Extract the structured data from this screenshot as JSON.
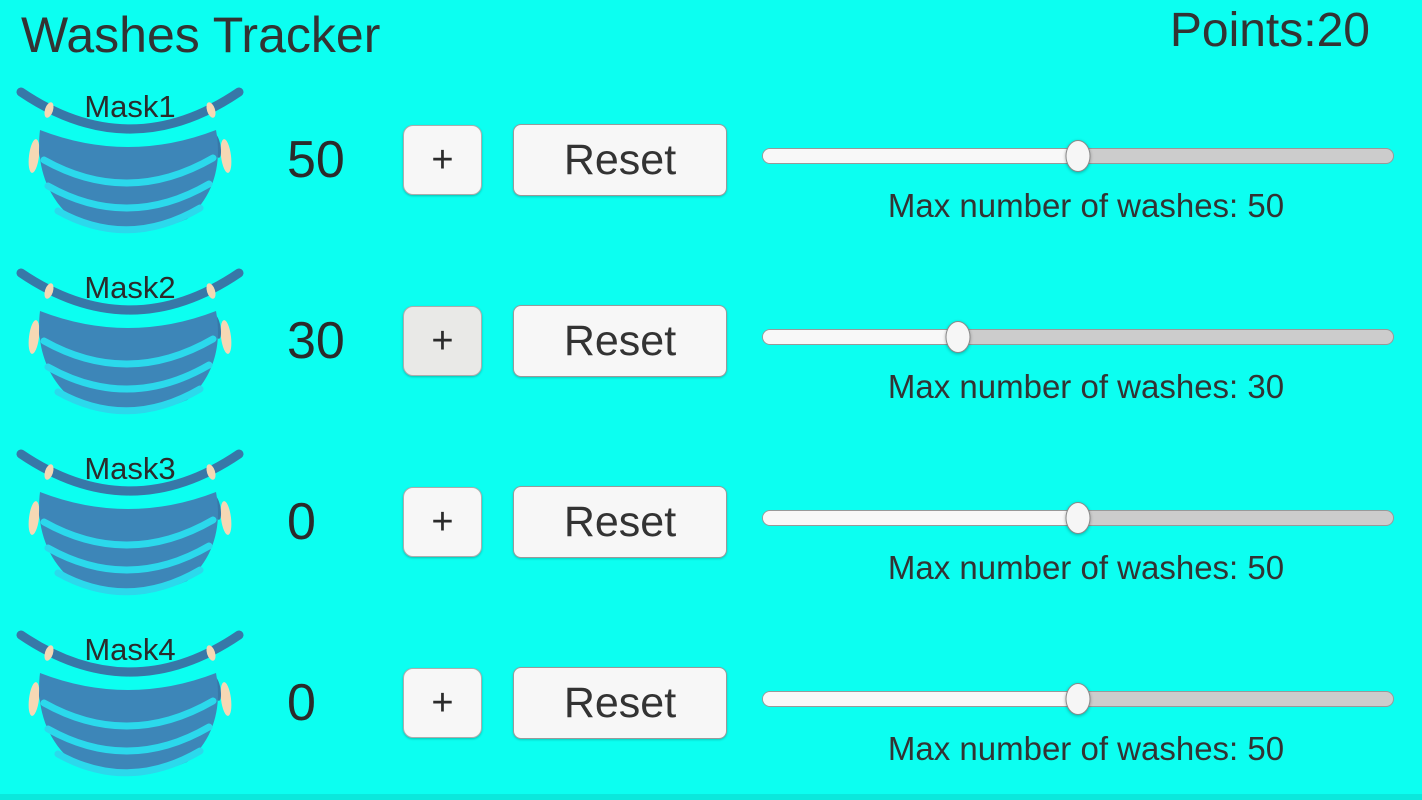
{
  "app": {
    "title": "Washes Tracker",
    "points_label": "Points:",
    "points_value": "20"
  },
  "colors": {
    "background": "#0CFFF1",
    "text": "#333333",
    "mask_body": "#3D86B8",
    "mask_arc": "#3778A8",
    "mask_pleat": "#2BD9EC",
    "mask_skin": "#F5D8B4",
    "button_bg": "#F7F7F7",
    "button_bg_active": "#E9E9E7",
    "slider_fill": "#F8F8F8",
    "slider_track": "#CCCCCC"
  },
  "rows": [
    {
      "mask_label": "Mask1",
      "count": "50",
      "plus_label": "+",
      "reset_label": "Reset",
      "slider_percent": 50,
      "max_label": "Max number of washes: 50",
      "plus_active": false
    },
    {
      "mask_label": "Mask2",
      "count": "30",
      "plus_label": "+",
      "reset_label": "Reset",
      "slider_percent": 31,
      "max_label": "Max number of washes: 30",
      "plus_active": true
    },
    {
      "mask_label": "Mask3",
      "count": "0",
      "plus_label": "+",
      "reset_label": "Reset",
      "slider_percent": 50,
      "max_label": "Max number of washes: 50",
      "plus_active": false
    },
    {
      "mask_label": "Mask4",
      "count": "0",
      "plus_label": "+",
      "reset_label": "Reset",
      "slider_percent": 50,
      "max_label": "Max number of washes: 50",
      "plus_active": false
    }
  ],
  "layout": {
    "row_tops": [
      79,
      260,
      441,
      622
    ]
  }
}
